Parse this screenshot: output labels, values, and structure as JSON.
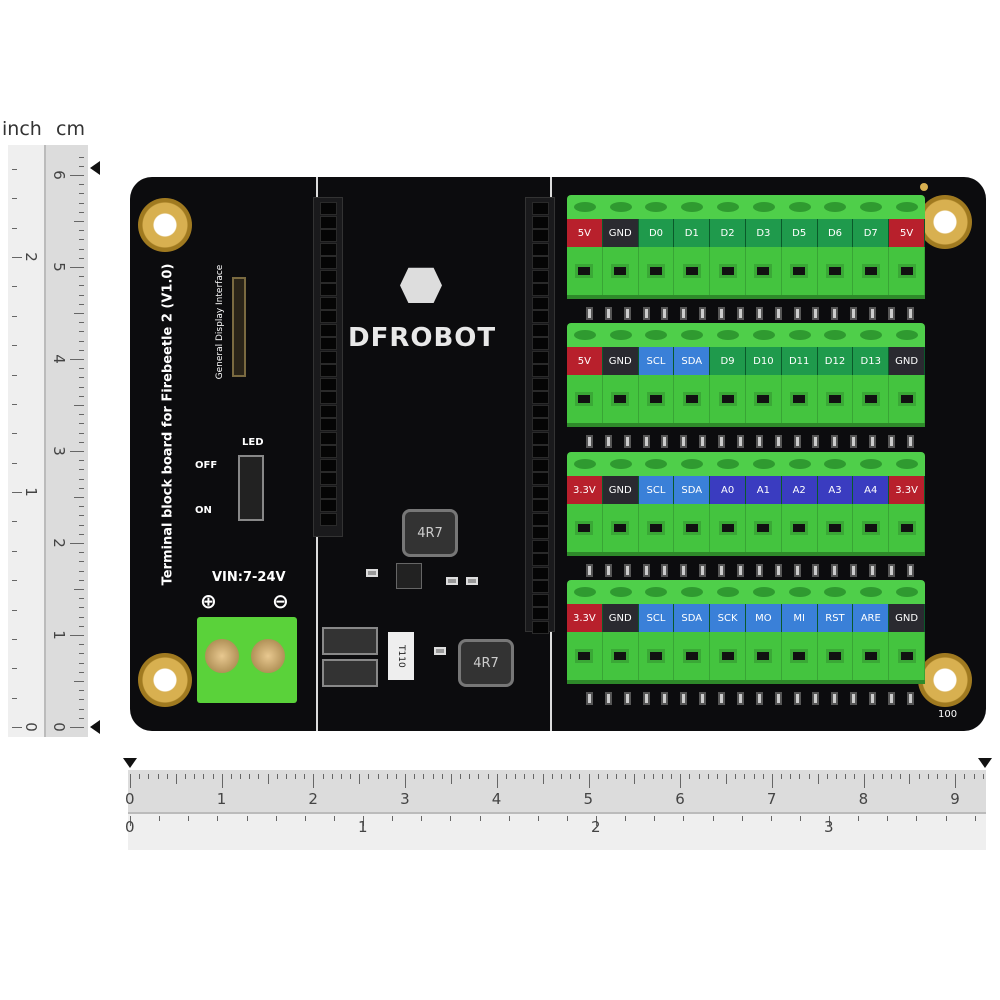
{
  "rulers": {
    "inch_label": "inch",
    "cm_label": "cm",
    "vertical_cm_numbers": [
      "0",
      "1",
      "2",
      "3",
      "4",
      "5",
      "6"
    ],
    "vertical_inch_numbers": [
      "0",
      "1",
      "2"
    ],
    "horizontal_cm_numbers": [
      "0",
      "1",
      "2",
      "3",
      "4",
      "5",
      "6",
      "7",
      "8",
      "9"
    ],
    "horizontal_inch_numbers": [
      "0",
      "1",
      "2",
      "3"
    ]
  },
  "board": {
    "title": "Terminal block board for Firebeetle 2 (V1.0)",
    "display_interface": "General Display Interface",
    "led_label": "LED",
    "off_label": "OFF",
    "on_label": "ON",
    "vin_label": "VIN:7-24V",
    "plus": "⊕",
    "minus": "⊖",
    "brand": "DFROBOT",
    "inductor1": "4R7",
    "inductor2": "4R7",
    "chip": "T110",
    "corner_number": "100",
    "terminal_rows": [
      {
        "labels": [
          "5V",
          "GND",
          "D0",
          "D1",
          "D2",
          "D3",
          "D5",
          "D6",
          "D7",
          "5V"
        ],
        "kinds": [
          "r",
          "k",
          "g",
          "g",
          "g",
          "g",
          "g",
          "g",
          "g",
          "r"
        ]
      },
      {
        "labels": [
          "5V",
          "GND",
          "SCL",
          "SDA",
          "D9",
          "D10",
          "D11",
          "D12",
          "D13",
          "GND"
        ],
        "kinds": [
          "r",
          "k",
          "b",
          "b",
          "g",
          "g",
          "g",
          "g",
          "g",
          "k"
        ]
      },
      {
        "labels": [
          "3.3V",
          "GND",
          "SCL",
          "SDA",
          "A0",
          "A1",
          "A2",
          "A3",
          "A4",
          "3.3V"
        ],
        "kinds": [
          "r",
          "k",
          "b",
          "b",
          "p",
          "p",
          "p",
          "p",
          "p",
          "r"
        ]
      },
      {
        "labels": [
          "3.3V",
          "GND",
          "SCL",
          "SDA",
          "SCK",
          "MO",
          "MI",
          "RST",
          "ARE",
          "GND"
        ],
        "kinds": [
          "r",
          "k",
          "b",
          "b",
          "b",
          "b",
          "b",
          "b",
          "b",
          "k"
        ]
      }
    ],
    "colors": {
      "r": "#b8202c",
      "k": "#2a2a30",
      "g": "#1f9a4c",
      "b": "#3a80d8",
      "p": "#3a3cc0"
    }
  }
}
